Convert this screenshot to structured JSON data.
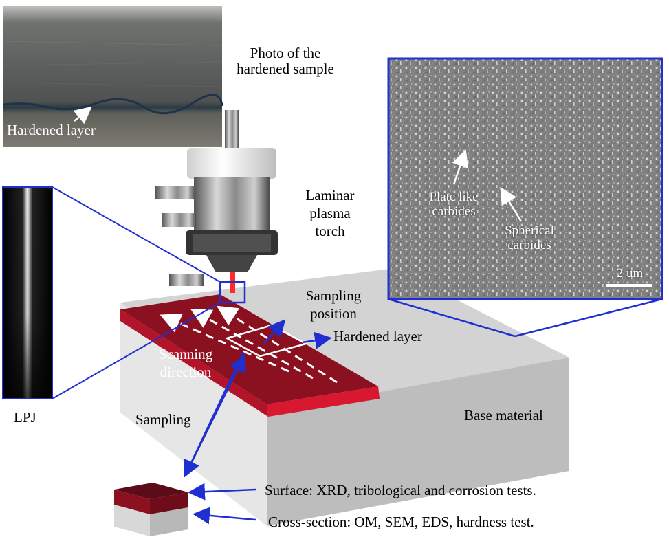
{
  "photo": {
    "caption_line1": "Photo of the",
    "caption_line2": "hardened sample",
    "layer_label": "Hardened layer"
  },
  "torch": {
    "line1": "Laminar",
    "line2": "plasma",
    "line3": "torch"
  },
  "sem": {
    "plate_line1": "Plate like",
    "plate_line2": "carbides",
    "spherical_line1": "Spherical",
    "spherical_line2": "carbides",
    "scale": "2 um"
  },
  "labels": {
    "lpj": "LPJ",
    "sampling_position_line1": "Sampling",
    "sampling_position_line2": "position",
    "hardened_layer": "Hardened layer",
    "scanning_line1": "Scanning",
    "scanning_line2": "direction",
    "sampling": "Sampling",
    "base_material": "Base material",
    "surface": "Surface: XRD, tribological and corrosion tests.",
    "cross_section": "Cross-section: OM, SEM, EDS, hardness test."
  },
  "colors": {
    "hardened": "#8b1020",
    "hardened_edge": "#d81830",
    "base_top": "#d3d3d3",
    "base_front": "#e6e6e6",
    "base_side": "#bdbdbd",
    "arrow": "#1f2fd0"
  }
}
